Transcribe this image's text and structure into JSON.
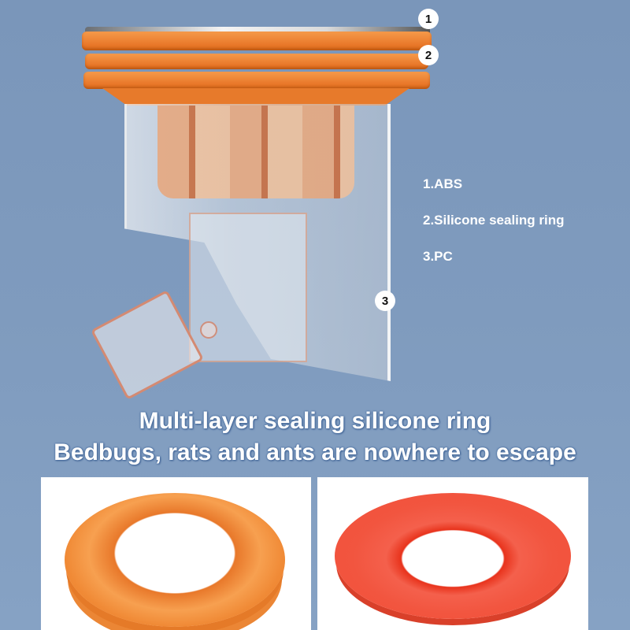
{
  "product_diagram": {
    "markers": [
      {
        "number": "1",
        "label": "1.ABS"
      },
      {
        "number": "2",
        "label": "2.Silicone sealing ring"
      },
      {
        "number": "3",
        "label": "3.PC"
      }
    ],
    "colors": {
      "ring": "#e9782a",
      "background": "#7f9bbe",
      "seal_orange": "#f08a36",
      "seal_red": "#f0503a"
    }
  },
  "headline": {
    "line1": "Multi-layer sealing silicone ring",
    "line2": "Bedbugs, rats and ants are nowhere to escape"
  },
  "panels": [
    {
      "name": "orange-multi-layer-ring"
    },
    {
      "name": "red-flat-ring"
    }
  ]
}
